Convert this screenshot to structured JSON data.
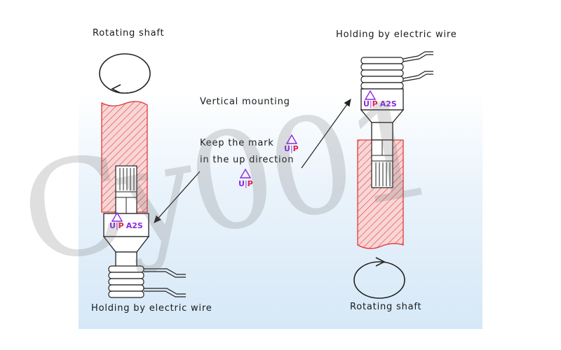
{
  "labels": {
    "rotating_shaft_left": "Rotating shaft",
    "holding_wire_left": "Holding by electric wire",
    "holding_wire_right": "Holding by electric wire",
    "rotating_shaft_right": "Rotating shaft",
    "vertical_mounting": "Vertical mounting",
    "keep_mark_line1": "Keep the mark",
    "keep_mark_line2": "in the up direction"
  },
  "mark": {
    "up": "U",
    "p": "P",
    "model": "A2S"
  },
  "watermark": "Cy001",
  "colors": {
    "hatch_fill": "#f8d6d6",
    "hatch_line": "#e23a3a",
    "mark_purple": "#8a2be2",
    "mark_red": "#e0204a",
    "line": "#222222"
  }
}
